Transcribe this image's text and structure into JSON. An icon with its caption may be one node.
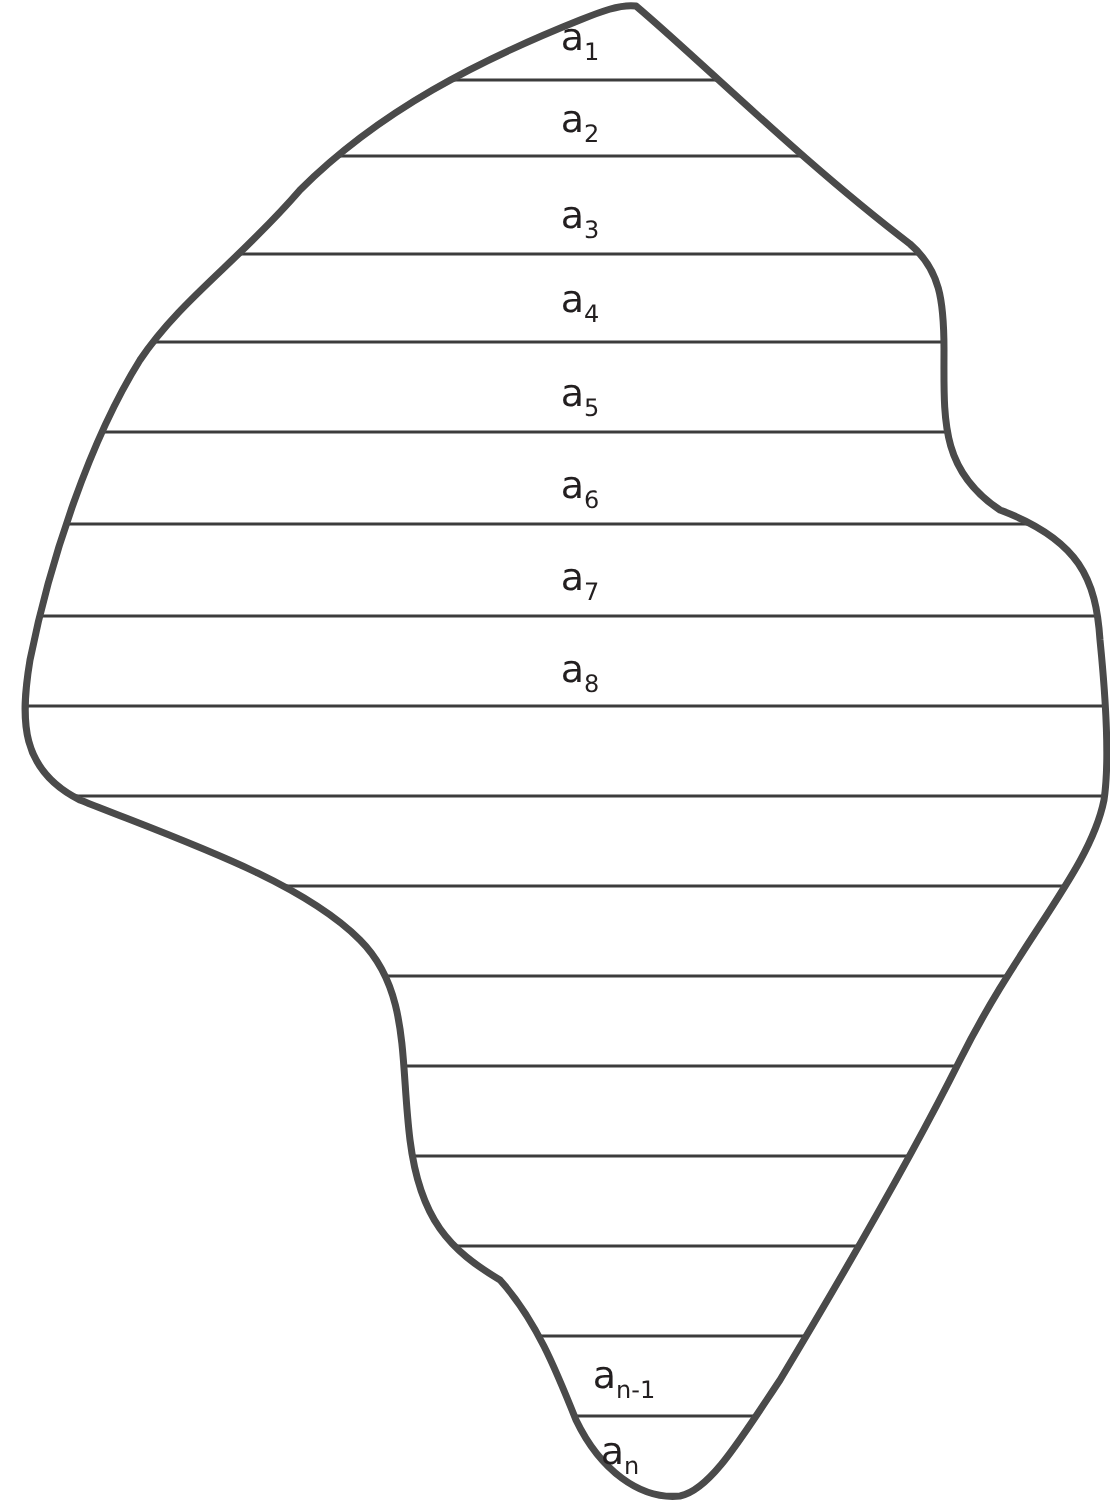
{
  "diagram": {
    "labels": [
      "a$_{1}$",
      "a$_{2}$",
      "a$_{3}$",
      "a$_{4}$",
      "a$_{5}$",
      "a$_{6}$",
      "a$_{7}$",
      "a$_{8}$",
      "a$_{n-1}$",
      "a$_{n}$"
    ]
  }
}
